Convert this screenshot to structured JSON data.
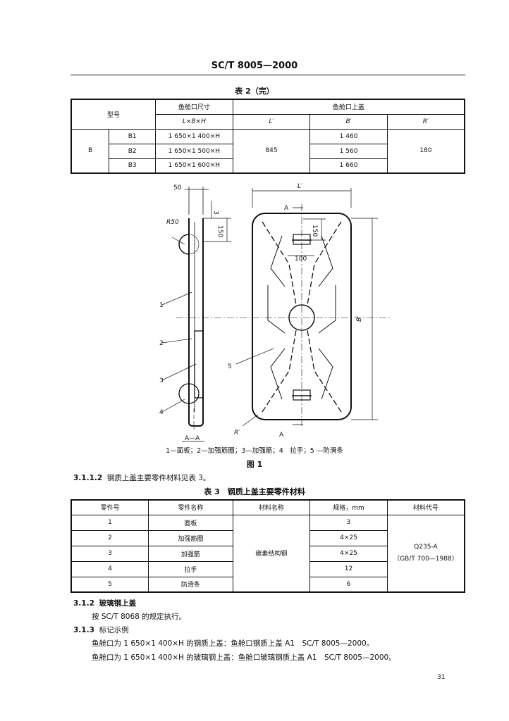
{
  "header": {
    "title": "SC/T 8005—2000"
  },
  "table2": {
    "caption": "表 2（完）",
    "h_model": "型号",
    "h_hatch_size": "鱼舱口尺寸",
    "h_hatch_lid": "鱼舱口上盖",
    "h_lbh": "L×B×H",
    "h_L": "L′",
    "h_B": "B′",
    "h_R": "R′",
    "group": "B",
    "rows": [
      {
        "model": "B1",
        "size": "1 650×1 400×H",
        "b": "1 460"
      },
      {
        "model": "B2",
        "size": "1 650×1 500×H",
        "b": "1 560"
      },
      {
        "model": "B3",
        "size": "1 650×1 600×H",
        "b": "1 660"
      }
    ],
    "L_value": "845",
    "R_value": "180"
  },
  "figure": {
    "dim_50": "50",
    "dim_3": "3",
    "dim_150_side": "150",
    "dim_r50": "R50",
    "dim_L": "L′",
    "dim_B": "B′",
    "dim_150_top": "150",
    "dim_100": "100",
    "label_R": "R′",
    "sec_a_top": "A",
    "sec_a_bottom": "A",
    "section_label": "A—A",
    "callouts": [
      "1",
      "2",
      "3",
      "4",
      "5"
    ],
    "legend": "1—面板；2—加强筋圈；3—加强筋；4　拉手；5 —防滑条",
    "caption": "图 1"
  },
  "para_312": {
    "num": "3.1.1.2",
    "text": "钢质上盖主要零件材料见表 3。"
  },
  "table3": {
    "caption": "表 3　钢质上盖主要零件材料",
    "headers": [
      "零件号",
      "零件名称",
      "材料名称",
      "规格，mm",
      "材料代号"
    ],
    "rows": [
      {
        "no": "1",
        "name": "面板",
        "spec": "3"
      },
      {
        "no": "2",
        "name": "加强筋圈",
        "spec": "4×25"
      },
      {
        "no": "3",
        "name": "加强筋",
        "spec": "4×25"
      },
      {
        "no": "4",
        "name": "拉手",
        "spec": "12"
      },
      {
        "no": "5",
        "name": "防滑条",
        "spec": "6"
      }
    ],
    "material": "碳素结构钢",
    "code_1": "Q235-A",
    "code_2": "（GB/T 700—1988）"
  },
  "section_312": {
    "num": "3.1.2",
    "title": "玻璃钢上盖"
  },
  "para_312_body": "按 SC/T 8068 的规定执行。",
  "section_313": {
    "num": "3.1.3",
    "title": "标记示例"
  },
  "example_1": "鱼舱口为 1 650×1 400×H 的钢质上盖：鱼舱口钢质上盖 A1　SC/T 8005—2000。",
  "example_2": "鱼舱口为 1 650×1 400×H 的玻璃钢上盖：鱼舱口玻璃钢质上盖 A1　SC/T 8005—2000。",
  "page_number": "31"
}
